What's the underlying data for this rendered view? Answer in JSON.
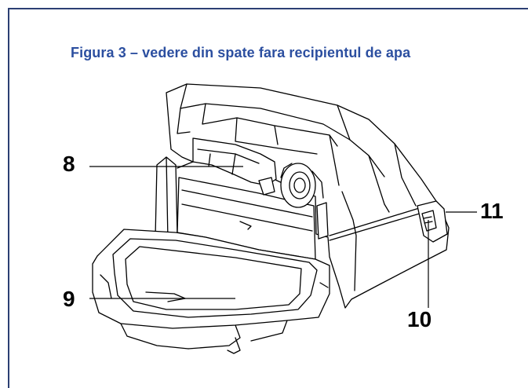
{
  "figure": {
    "caption": "Figura 3 – vedere din spate fara recipientul de apa",
    "callouts": {
      "c8": "8",
      "c9": "9",
      "c10": "10",
      "c11": "11"
    }
  },
  "colors": {
    "border": "#2c3f73",
    "caption": "#2c4fa0",
    "line": "#000000"
  }
}
